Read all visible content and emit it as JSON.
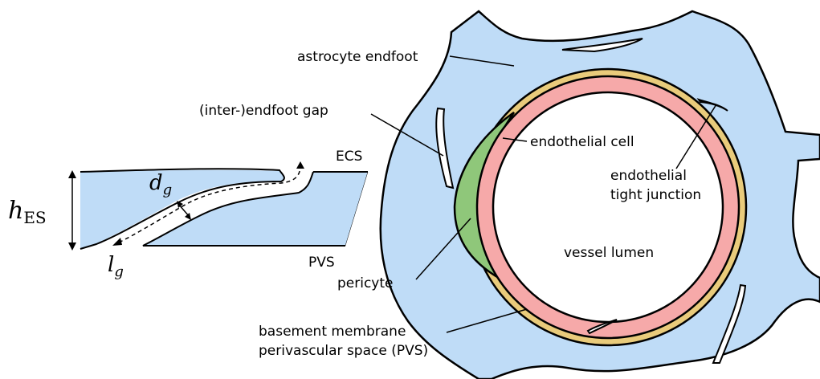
{
  "labels": {
    "astrocyte_endfoot": "astrocyte endfoot",
    "endfoot_gap": "(inter-)endfoot gap",
    "endothelial_cell": "endothelial cell",
    "tight_junction_line1": "endothelial",
    "tight_junction_line2": "tight junction",
    "vessel_lumen": "vessel lumen",
    "pericyte": "pericyte",
    "basement_line1": "basement membrane",
    "basement_line2": "perivascular space (PVS)",
    "ecs": "ECS",
    "pvs": "PVS"
  },
  "math": {
    "h_symbol": "h",
    "h_subscript": "ES",
    "d_symbol": "d",
    "d_subscript": "g",
    "l_symbol": "l",
    "l_subscript": "g"
  },
  "colors": {
    "endfoot_fill": "#bfdcf7",
    "endothelial_fill": "#f6a9a9",
    "basement_fill": "#e9cb7b",
    "pericyte_fill": "#8fc77a",
    "outline": "#000000"
  }
}
